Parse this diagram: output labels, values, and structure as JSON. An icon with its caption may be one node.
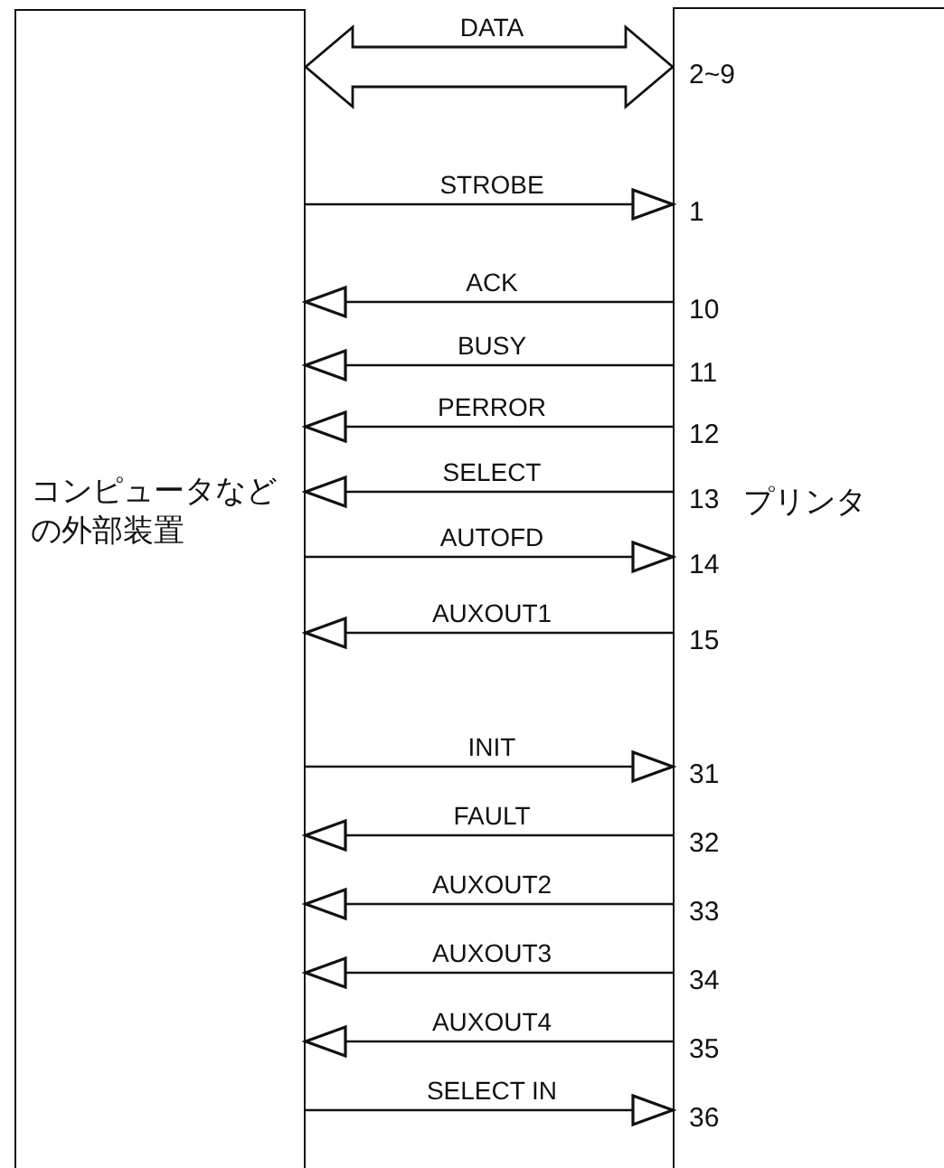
{
  "diagram": {
    "nodes": [
      {
        "text": [
          "コンピュータなどの外部装置"
        ]
      },
      {
        "text": [
          "プリンタ"
        ]
      }
    ],
    "edges": [
      {
        "from": 0,
        "to": 1,
        "arrow": "both",
        "label": "DATA",
        "style": "thick"
      },
      {
        "from": 0,
        "to": 1,
        "arrow": "to",
        "label": "STROBE"
      },
      {
        "from": 1,
        "to": 0,
        "arrow": "to",
        "label": "ACK"
      },
      {
        "from": 1,
        "to": 0,
        "arrow": "to",
        "label": "BUSY"
      },
      {
        "from": 1,
        "to": 0,
        "arrow": "to",
        "label": "PERROR"
      },
      {
        "from": 1,
        "to": 0,
        "arrow": "to",
        "label": "SELECT"
      },
      {
        "from": 0,
        "to": 1,
        "arrow": "to",
        "label": "AUTOFD"
      },
      {
        "from": 1,
        "to": 0,
        "arrow": "to",
        "label": "AUXOUT1"
      },
      {
        "from": 0,
        "to": 1,
        "arrow": "to",
        "label": "INIT"
      },
      {
        "from": 1,
        "to": 0,
        "arrow": "to",
        "label": "FAULT"
      },
      {
        "from": 1,
        "to": 0,
        "arrow": "to",
        "label": "AUXOUT2"
      },
      {
        "from": 1,
        "to": 0,
        "arrow": "to",
        "label": "AUXOUT3"
      },
      {
        "from": 1,
        "to": 0,
        "arrow": "to",
        "label": "AUXOUT4"
      },
      {
        "from": 0,
        "to": 1,
        "arrow": "to",
        "label": "SELECT IN"
      }
    ],
    "labels": [
      "2~9",
      "1",
      "10",
      "11",
      "12",
      "13",
      "14",
      "15",
      "31",
      "32",
      "33",
      "34",
      "35",
      "36"
    ]
  }
}
